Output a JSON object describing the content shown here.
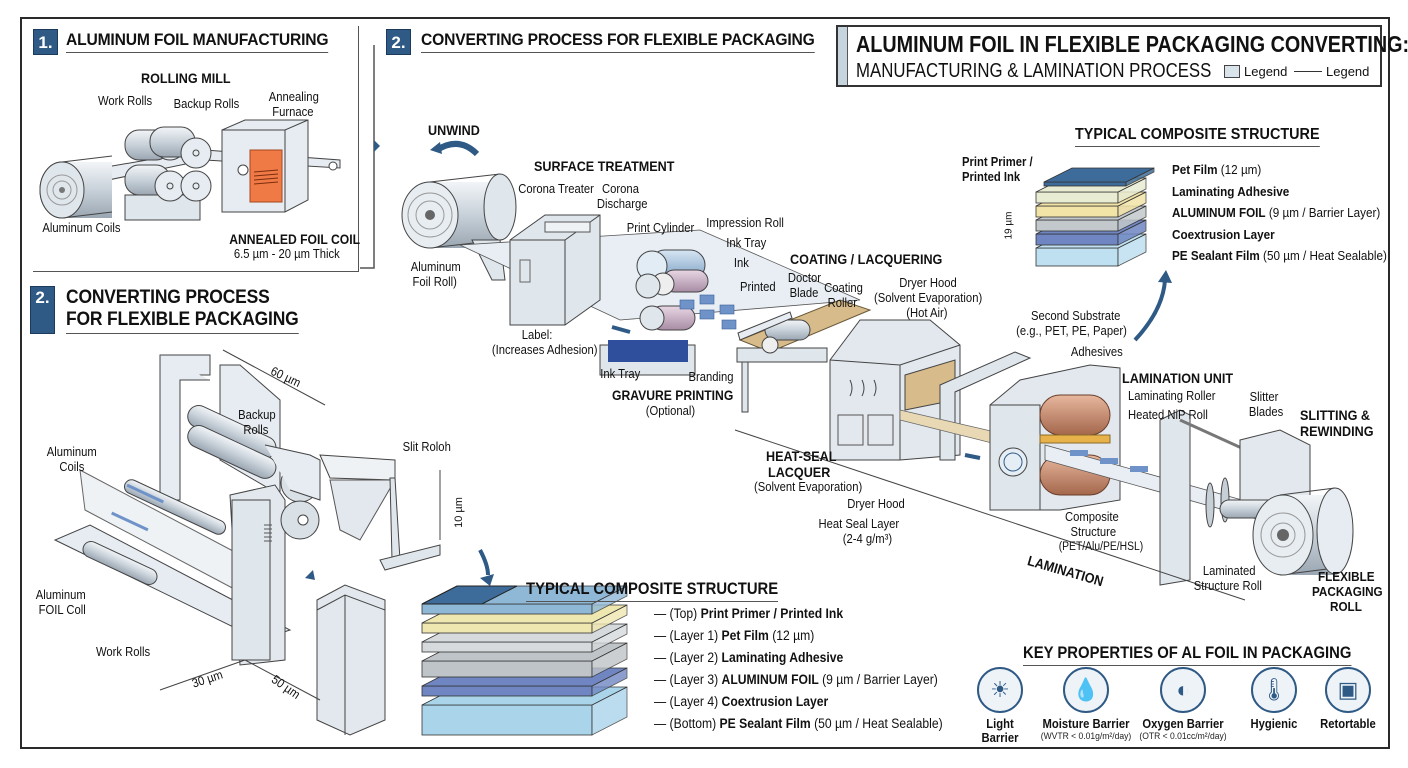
{
  "header": {
    "title": "ALUMINUM FOIL IN FLEXIBLE PACKAGING CONVERTING:",
    "subtitle": "MANUFACTURING & LAMINATION PROCESS",
    "legend": [
      {
        "icon": "box-swatch",
        "label": "Legend"
      },
      {
        "icon": "line-swatch",
        "label": "Legend"
      }
    ]
  },
  "section1": {
    "number": "1.",
    "title": "ALUMINUM FOIL MANUFACTURING",
    "subtitle": "ROLLING MILL",
    "labels": {
      "work_rolls": "Work Rolls",
      "backup_rolls": "Backup Rolls",
      "annealing_furnace_1": "Annealing",
      "annealing_furnace_2": "Furnace",
      "aluminum_coils": "Aluminum Coils",
      "annealed_coil": "ANNEALED FOIL COIL",
      "thickness": "6.5 µm - 20 µm Thick"
    }
  },
  "section2_top": {
    "number": "2.",
    "title": "CONVERTING PROCESS FOR FLEXIBLE PACKAGING",
    "stages": {
      "unwind": "UNWIND",
      "surface_treatment": "SURFACE TREATMENT",
      "gravure_printing": "GRAVURE PRINTING",
      "gravure_optional": "(Optional)",
      "coating": "COATING / LACQUERING",
      "heat_seal_1": "HEAT-SEAL",
      "heat_seal_2": "LACQUER",
      "heat_seal_note": "(Solvent Evaporation)",
      "lamination_unit": "LAMINATION UNIT",
      "lamination": "LAMINATION",
      "slitting_1": "SLITTING &",
      "slitting_2": "REWINDING",
      "flexible_1": "FLEXIBLE",
      "flexible_2": "PACKAGING",
      "flexible_3": "ROLL"
    },
    "labels": {
      "al_foil_roll_1": "Aluminum",
      "al_foil_roll_2": "Foil Roll)",
      "corona_treater": "Corona Treater",
      "corona_discharge_1": "Corona",
      "corona_discharge_2": "Discharge",
      "label_1": "Label:",
      "label_2": "(Increases Adhesion)",
      "print_cylinder": "Print Cylinder",
      "impression_roll": "Impression Roll",
      "ink_tray_top": "Ink Tray",
      "ink": "Ink",
      "printed": "Printed",
      "ink_tray": "Ink Tray",
      "branding": "Branding",
      "doctor_blade_1": "Doctor",
      "doctor_blade_2": "Blade",
      "coating_roller_1": "Coating",
      "coating_roller_2": "Roller",
      "dryer_hood_1": "Dryer Hood",
      "dryer_hood_2": "(Solvent Evaporation)",
      "dryer_hood_3": "(Hot Air)",
      "dryer_hood_low": "Dryer Hood",
      "heat_seal_layer_1": "Heat Seal Layer",
      "heat_seal_layer_2": "(2-4 g/m³)",
      "second_substrate_1": "Second Substrate",
      "second_substrate_2": "(e.g., PET, PE, Paper)",
      "adhesives": "Adhesives",
      "laminating_roller": "Laminating Roller",
      "heated_nip": "Heated NiP Roll",
      "composite_1": "Composite",
      "composite_2": "Structure",
      "composite_3": "(PET/Alu/PE/HSL)",
      "slitter_1": "Slitter",
      "slitter_2": "Blades",
      "laminated_1": "Laminated",
      "laminated_2": "Structure Roll"
    }
  },
  "section2_left": {
    "number": "2.",
    "title_1": "CONVERTING PROCESS",
    "title_2": "FOR FLEXIBLE PACKAGING",
    "labels": {
      "dim_top": "60 µm",
      "backup_rolls_1": "Backup",
      "backup_rolls_2": "Rolls",
      "aluminum_coils_1": "Aluminum",
      "aluminum_coils_2": "Coils",
      "slit_roll": "Slit Roloh",
      "dim_side": "10 µm",
      "foil_coil_1": "Aluminum",
      "foil_coil_2": "FOIL Coll",
      "work_rolls": "Work Rolls",
      "dim_left": "30 µm",
      "dim_right": "50 µm"
    }
  },
  "composite_top_right": {
    "title": "TYPICAL COMPOSITE STRUCTURE",
    "left_label_1": "Print Primer /",
    "left_label_2": "Printed Ink",
    "dimension": "19 µm",
    "layers": [
      {
        "name": "Pet Film",
        "detail": "(12 µm)",
        "color": "#e8ecd2"
      },
      {
        "name": "Laminating Adhesive",
        "detail": "",
        "color": "#f2e3a6"
      },
      {
        "name": "ALUMINUM FOIL",
        "detail": "(9 µm / Barrier Layer)",
        "color": "#c3c8cc"
      },
      {
        "name": "Coextrusion Layer",
        "detail": "",
        "color": "#6f86c2"
      },
      {
        "name": "PE Sealant Film",
        "detail": "(50 µm / Heat Sealable)",
        "color": "#bfe0f0"
      }
    ],
    "top_color": "#3e6c9a"
  },
  "composite_bottom": {
    "title": "TYPICAL COMPOSITE STRUCTURE",
    "layers": [
      {
        "prefix": "(Top)",
        "name": "Print Primer / Printed Ink",
        "detail": "",
        "color": "#8fb8d6"
      },
      {
        "prefix": "(Layer 1)",
        "name": "Pet Film",
        "detail": "(12 µm)",
        "color": "#efe7b0"
      },
      {
        "prefix": "(Layer 2)",
        "name": "Laminating Adhesive",
        "detail": "",
        "color": "#d6dadd"
      },
      {
        "prefix": "(Layer 3)",
        "name": "ALUMINUM FOIL",
        "detail": "(9 µm / Barrier Layer)",
        "color": "#bfc4c8"
      },
      {
        "prefix": "(Layer 4)",
        "name": "Coextrusion Layer",
        "detail": "",
        "color": "#6f86c2"
      },
      {
        "prefix": "(Bottom)",
        "name": "PE Sealant Film",
        "detail": "(50 µm / Heat Sealable)",
        "color": "#a9d4ea"
      }
    ]
  },
  "properties": {
    "title": "KEY PROPERTIES OF AL FOIL IN PACKAGING",
    "items": [
      {
        "icon": "light-barrier-icon",
        "glyph": "☀",
        "name_1": "Light",
        "name_2": "Barrier",
        "detail": ""
      },
      {
        "icon": "moisture-barrier-icon",
        "glyph": "💧",
        "name_1": "Moisture Barrier",
        "name_2": "",
        "detail": "(WVTR < 0.01g/m²/day)"
      },
      {
        "icon": "oxygen-barrier-icon",
        "glyph": "◐",
        "name_1": "Oxygen Barrier",
        "name_2": "",
        "detail": "(OTR < 0.01cc/m²/day)"
      },
      {
        "icon": "hygienic-icon",
        "glyph": "🌡",
        "name_1": "Hygienic",
        "name_2": "",
        "detail": ""
      },
      {
        "icon": "retortable-icon",
        "glyph": "▣",
        "name_1": "Retortable",
        "name_2": "",
        "detail": ""
      }
    ]
  },
  "colors": {
    "accent": "#2f5a86",
    "copper_roll": "#c98b6e",
    "furnace_glow": "#f07a45",
    "steel": "#d9e2ea"
  }
}
